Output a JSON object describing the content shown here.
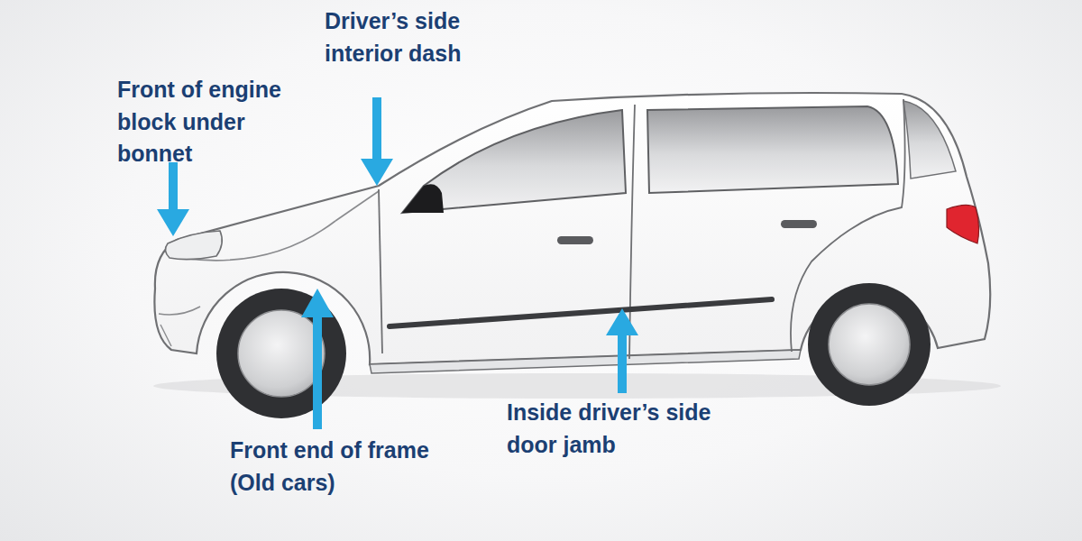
{
  "diagram": {
    "labels": [
      "Front of engine block under bonnet",
      "Driver’s side interior dash",
      "Front end of frame (Old cars)",
      "Inside driver’s side door jamb"
    ]
  }
}
